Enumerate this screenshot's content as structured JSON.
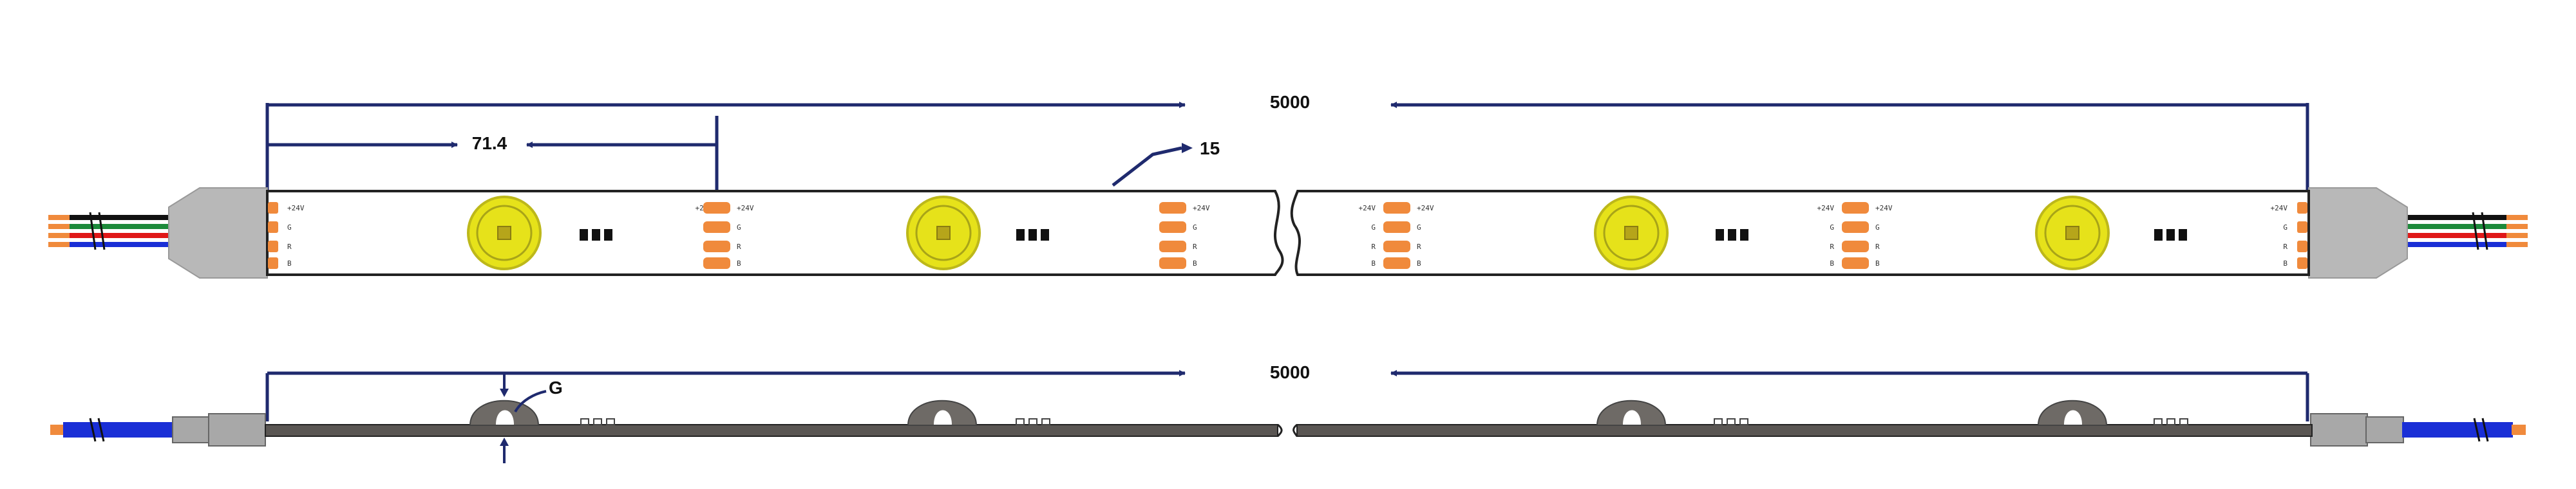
{
  "colors": {
    "dimension_line": "#1f2a6e",
    "strip_outline": "#222222",
    "led_fill": "#e6e21a",
    "led_ring": "#c8c41a",
    "pad": "#f08a3c",
    "connector": "#b8b8b8",
    "side_body": "#6e6a66",
    "wire_black": "#111111",
    "wire_green": "#1c8a3a",
    "wire_red": "#e01818",
    "wire_blue": "#1a2fd6",
    "wire_tip": "#f08a3c"
  },
  "top_view": {
    "total_length_label": "5000",
    "led_pitch_label": "71.4",
    "strip_width_label": "15"
  },
  "side_view": {
    "total_length_label": "5000",
    "height_label": "G"
  },
  "pad_labels": {
    "voltage_a": "+24V",
    "voltage_b": "+24V",
    "g": "G",
    "r": "R",
    "b": "B"
  }
}
